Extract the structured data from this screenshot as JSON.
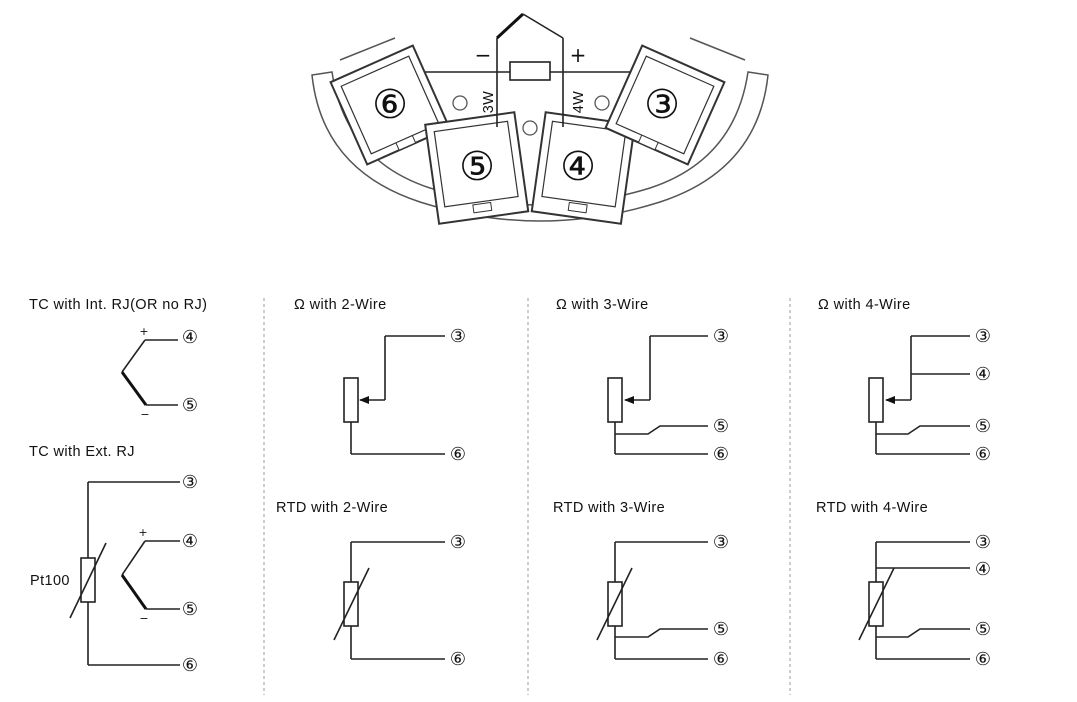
{
  "header": {
    "terminals": [
      "⑥",
      "⑤",
      "④",
      "③"
    ],
    "polarity": {
      "minus": "−",
      "plus": "+"
    },
    "mode_3w": "3W",
    "mode_4w": "4W"
  },
  "sections": {
    "tc_int": {
      "title": "TC with Int. RJ(OR no RJ)",
      "plus": "+",
      "minus": "−",
      "t1": "④",
      "t2": "⑤"
    },
    "tc_ext": {
      "title": "TC with Ext. RJ",
      "pt100": "Pt100",
      "plus": "+",
      "minus": "−",
      "t1": "③",
      "t2": "④",
      "t3": "⑤",
      "t4": "⑥"
    },
    "ohm2": {
      "title": "Ω  with 2-Wire",
      "t1": "③",
      "t2": "⑥"
    },
    "ohm3": {
      "title": "Ω  with 3-Wire",
      "t1": "③",
      "t2": "⑤",
      "t3": "⑥"
    },
    "ohm4": {
      "title": "Ω  with 4-Wire",
      "t1": "③",
      "t2": "④",
      "t3": "⑤",
      "t4": "⑥"
    },
    "rtd2": {
      "title": "RTD with 2-Wire",
      "t1": "③",
      "t2": "⑥"
    },
    "rtd3": {
      "title": "RTD with 3-Wire",
      "t1": "③",
      "t2": "⑤",
      "t3": "⑥"
    },
    "rtd4": {
      "title": "RTD with 4-Wire",
      "t1": "③",
      "t2": "④",
      "t3": "⑤",
      "t4": "⑥"
    }
  }
}
